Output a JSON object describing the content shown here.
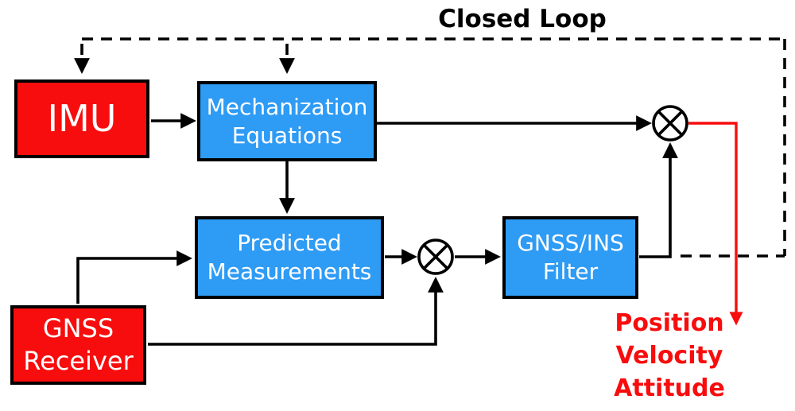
{
  "title": "Closed Loop",
  "colors": {
    "red": "#f70d0d",
    "blue": "#2e9bf5",
    "ink": "#000000",
    "block_text": "#ffffff"
  },
  "blocks": {
    "imu": {
      "label": "IMU"
    },
    "mechanization": {
      "line1": "Mechanization",
      "line2": "Equations"
    },
    "predicted": {
      "line1": "Predicted",
      "line2": "Measurements"
    },
    "gnss_receiver": {
      "line1": "GNSS",
      "line2": "Receiver"
    },
    "gnss_ins_filter": {
      "line1": "GNSS/INS",
      "line2": "Filter"
    }
  },
  "output_labels": {
    "line1": "Position",
    "line2": "Velocity",
    "line3": "Attitude"
  },
  "junctions": {
    "top": "multiplier-correction",
    "middle": "measurement-difference"
  }
}
